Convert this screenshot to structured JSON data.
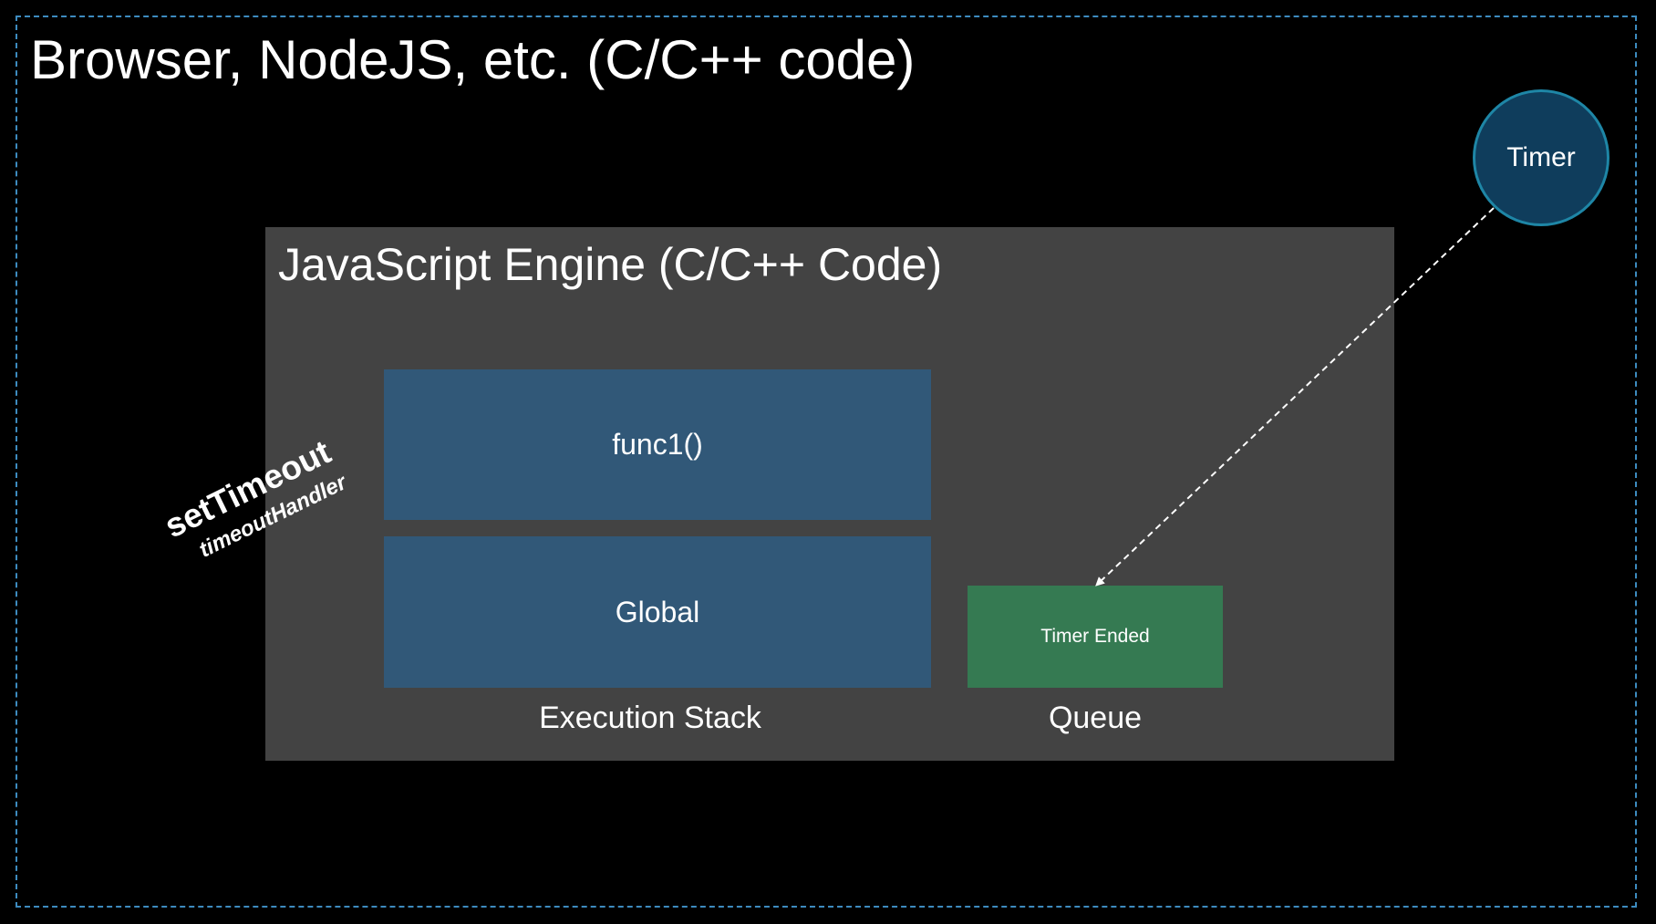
{
  "outer": {
    "title": "Browser, NodeJS, etc. (C/C++ code)"
  },
  "engine": {
    "title": "JavaScript Engine (C/C++ Code)"
  },
  "execution_stack": {
    "label": "Execution Stack",
    "frames": [
      "func1()",
      "Global"
    ]
  },
  "queue": {
    "label": "Queue",
    "items": [
      "Timer Ended"
    ]
  },
  "timer": {
    "label": "Timer"
  },
  "api_call": {
    "function": "setTimeout",
    "argument": "timeoutHandler"
  },
  "colors": {
    "background": "#000000",
    "outer_border": "#3d8bbf",
    "engine_fill": "#434343",
    "stack_frame_fill": "#315878",
    "queue_item_fill": "#357a52",
    "timer_fill": "#0f3d5c",
    "timer_border": "#1e86a6",
    "text": "#ffffff"
  }
}
